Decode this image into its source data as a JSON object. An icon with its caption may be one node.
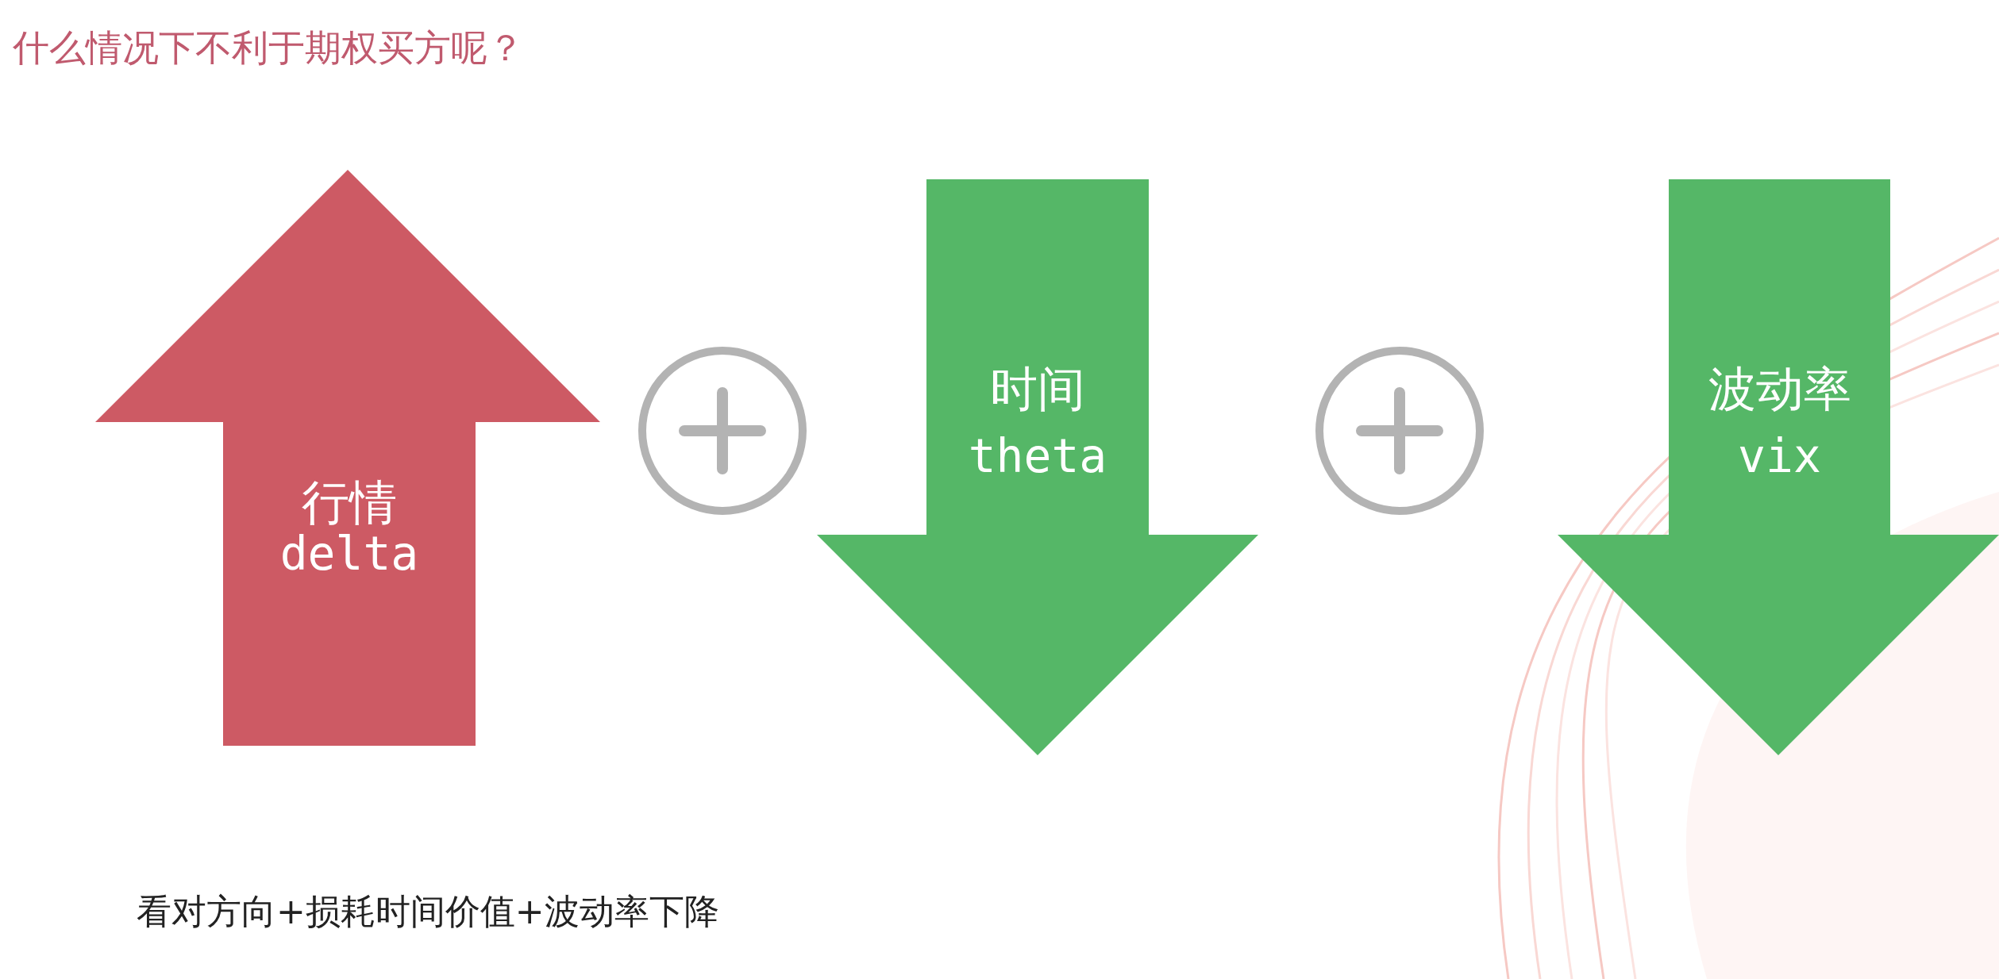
{
  "diagram": {
    "title": "什么情况下不利于期权买方呢？",
    "nodes": [
      {
        "text": [
          "行情",
          "delta"
        ]
      },
      {
        "text": [
          "时间",
          "theta"
        ]
      },
      {
        "text": [
          "波动率",
          "vix"
        ]
      }
    ],
    "edges": [],
    "labels": [
      "看对方向+损耗时间价值+波动率下降"
    ]
  }
}
